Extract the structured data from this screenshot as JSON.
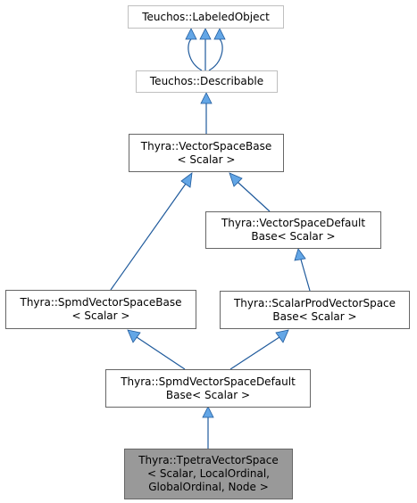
{
  "colors": {
    "edge": "#63a6e6",
    "edge_dark": "#1f5a9c",
    "node_border": "#666666",
    "current_fill": "#999999"
  },
  "nodes": {
    "labeled_object": {
      "lines": [
        "Teuchos::LabeledObject"
      ]
    },
    "describable": {
      "lines": [
        "Teuchos::Describable"
      ]
    },
    "vector_space_base": {
      "lines": [
        "Thyra::VectorSpaceBase",
        "< Scalar >"
      ]
    },
    "vector_space_default_base": {
      "lines": [
        "Thyra::VectorSpaceDefault",
        "Base< Scalar >"
      ]
    },
    "spmd_vector_space_base": {
      "lines": [
        "Thyra::SpmdVectorSpaceBase",
        "< Scalar >"
      ]
    },
    "scalar_prod_vector_space_base": {
      "lines": [
        "Thyra::ScalarProdVectorSpace",
        "Base< Scalar >"
      ]
    },
    "spmd_vector_space_default_base": {
      "lines": [
        "Thyra::SpmdVectorSpaceDefault",
        "Base< Scalar >"
      ]
    },
    "tpetra_vector_space": {
      "lines": [
        "Thyra::TpetraVectorSpace",
        "< Scalar, LocalOrdinal,",
        "GlobalOrdinal, Node >"
      ]
    }
  }
}
